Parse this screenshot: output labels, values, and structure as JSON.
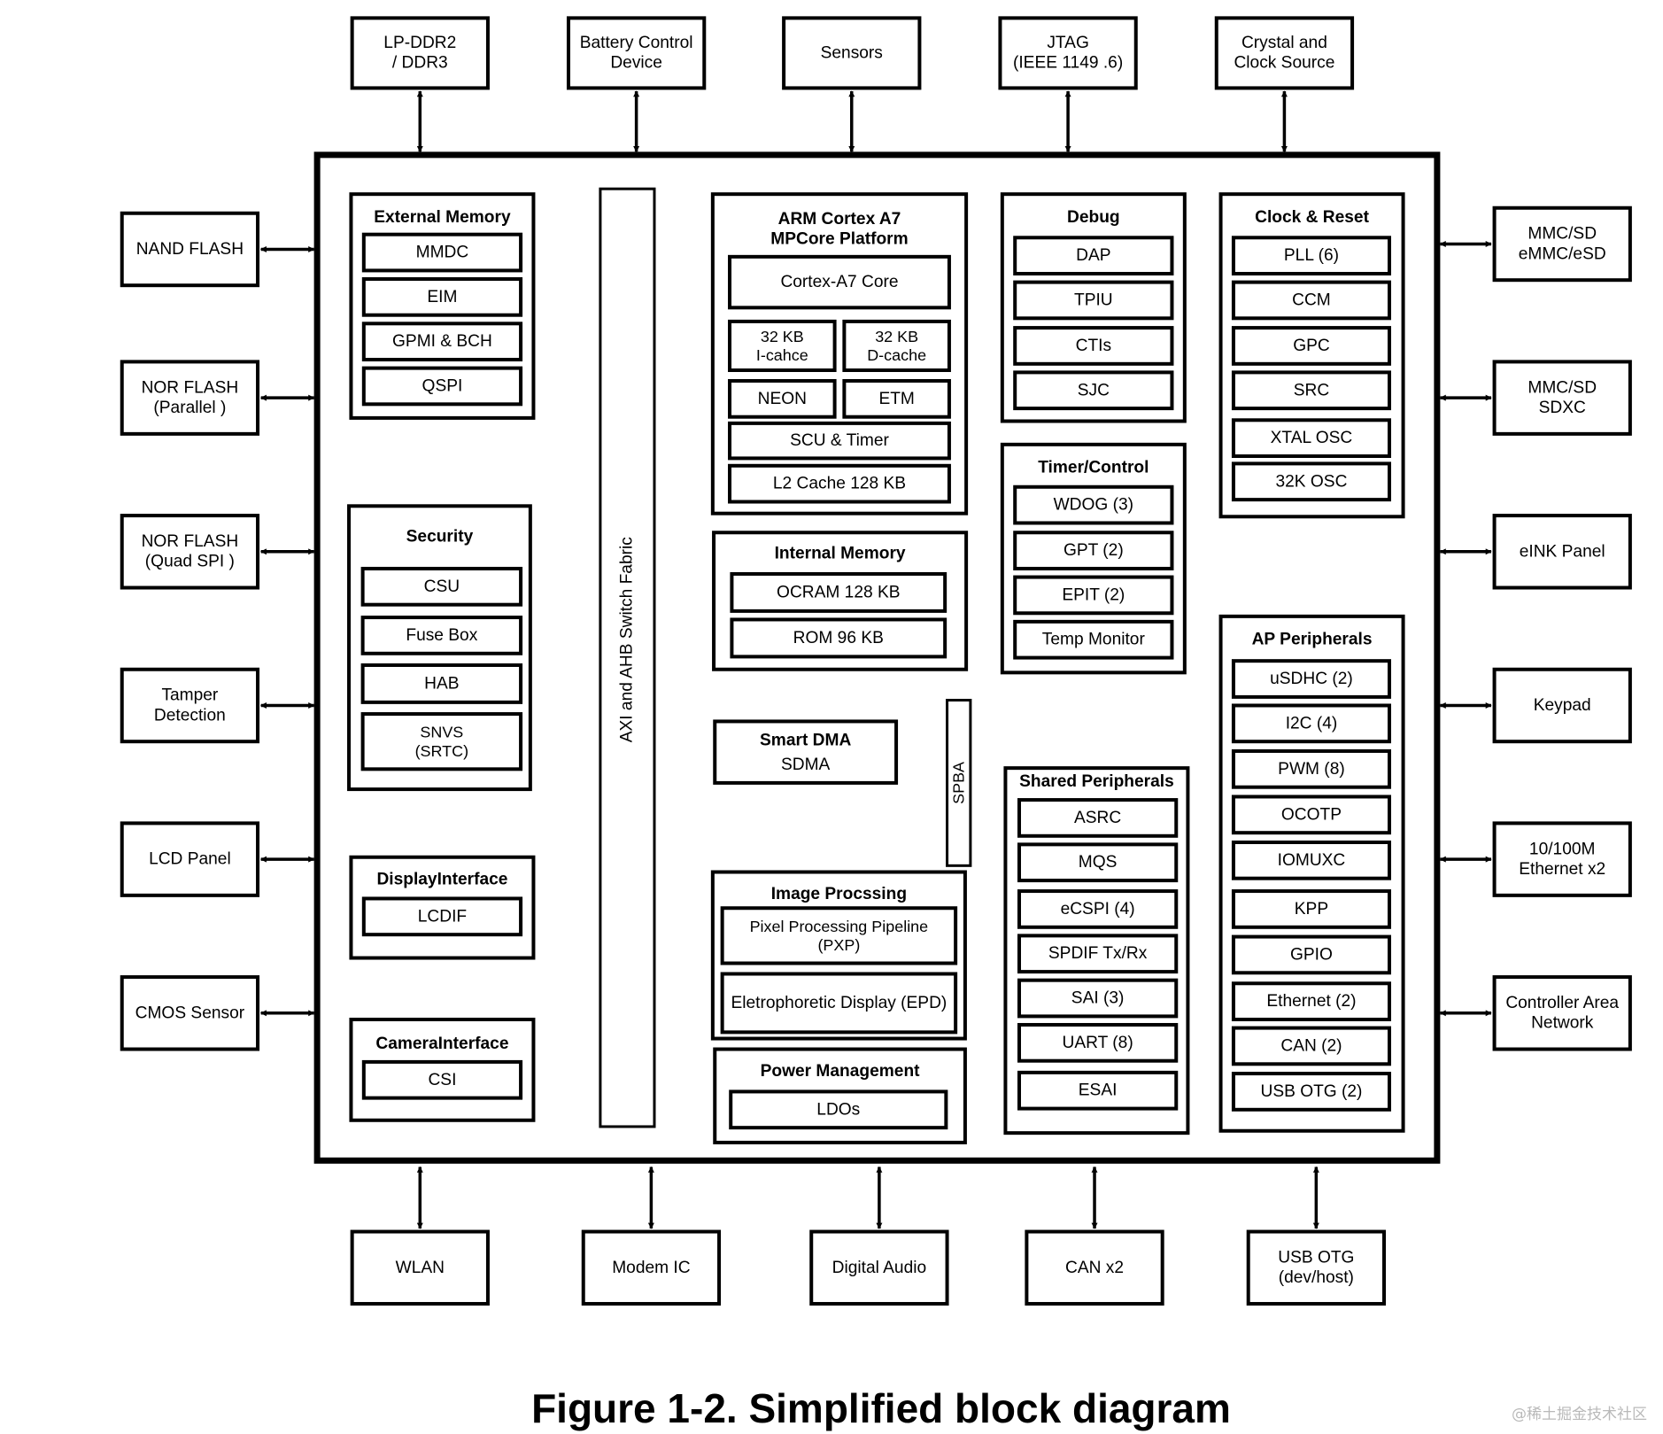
{
  "diagram": {
    "external_top": [
      {
        "lines": [
          "LP-DDR2",
          "/ DDR3"
        ]
      },
      {
        "lines": [
          "Battery Control",
          "Device"
        ]
      },
      {
        "lines": [
          "Sensors"
        ]
      },
      {
        "lines": [
          "JTAG",
          "(IEEE 1149 .6)"
        ]
      },
      {
        "lines": [
          "Crystal and",
          "Clock Source"
        ]
      }
    ],
    "external_left": [
      {
        "lines": [
          "NAND FLASH"
        ]
      },
      {
        "lines": [
          "NOR FLASH",
          "(Parallel )"
        ]
      },
      {
        "lines": [
          "NOR FLASH",
          "(Quad SPI )"
        ]
      },
      {
        "lines": [
          "Tamper",
          "Detection"
        ]
      },
      {
        "lines": [
          "LCD Panel"
        ]
      },
      {
        "lines": [
          "CMOS Sensor"
        ]
      }
    ],
    "external_right": [
      {
        "lines": [
          "MMC/SD",
          "eMMC/eSD"
        ]
      },
      {
        "lines": [
          "MMC/SD",
          "SDXC"
        ]
      },
      {
        "lines": [
          "eINK Panel"
        ]
      },
      {
        "lines": [
          "Keypad"
        ]
      },
      {
        "lines": [
          "10/100M",
          "Ethernet x2"
        ]
      },
      {
        "lines": [
          "Controller Area",
          "Network"
        ]
      }
    ],
    "external_bottom": [
      {
        "lines": [
          "WLAN"
        ]
      },
      {
        "lines": [
          "Modem IC"
        ]
      },
      {
        "lines": [
          "Digital Audio"
        ]
      },
      {
        "lines": [
          "CAN x2"
        ]
      },
      {
        "lines": [
          "USB OTG",
          "(dev/host)"
        ]
      }
    ],
    "groups": [
      {
        "title": [
          "External Memory"
        ],
        "items": [
          [
            "MMDC"
          ],
          [
            "EIM"
          ],
          [
            "GPMI & BCH"
          ],
          [
            "QSPI"
          ]
        ]
      },
      {
        "title": [
          "Security"
        ],
        "items": [
          [
            "CSU"
          ],
          [
            "Fuse Box"
          ],
          [
            "HAB"
          ],
          [
            "SNVS",
            "(SRTC)"
          ]
        ]
      },
      {
        "title": [
          "DisplayInterface"
        ],
        "items": [
          [
            "LCDIF"
          ]
        ]
      },
      {
        "title": [
          "CameraInterface"
        ],
        "items": [
          [
            "CSI"
          ]
        ]
      },
      {
        "title": [
          "ARM Cortex A7",
          "MPCore Platform"
        ],
        "items": [
          [
            "Cortex-A7 Core"
          ],
          [
            "32 KB",
            "I-cahce"
          ],
          [
            "32 KB",
            "D-cache"
          ],
          [
            "NEON"
          ],
          [
            "ETM"
          ],
          [
            "SCU & Timer"
          ],
          [
            "L2 Cache 128 KB"
          ]
        ]
      },
      {
        "title": [
          "Internal Memory"
        ],
        "items": [
          [
            "OCRAM 128 KB"
          ],
          [
            "ROM 96 KB"
          ]
        ]
      },
      {
        "title": [
          "Smart DMA"
        ],
        "items": [
          [
            "SDMA"
          ]
        ]
      },
      {
        "title": [
          "Image Procssing"
        ],
        "items": [
          [
            "Pixel Processing Pipeline",
            "(PXP)"
          ],
          [
            "Eletrophoretic Display (EPD)"
          ]
        ]
      },
      {
        "title": [
          "Power Management"
        ],
        "items": [
          [
            "LDOs"
          ]
        ]
      },
      {
        "title": [
          "Debug"
        ],
        "items": [
          [
            "DAP"
          ],
          [
            "TPIU"
          ],
          [
            "CTIs"
          ],
          [
            "SJC"
          ]
        ]
      },
      {
        "title": [
          "Timer/Control"
        ],
        "items": [
          [
            "WDOG (3)"
          ],
          [
            "GPT (2)"
          ],
          [
            "EPIT (2)"
          ],
          [
            "Temp Monitor"
          ]
        ]
      },
      {
        "title": [
          "Shared Peripherals"
        ],
        "items": [
          [
            "ASRC"
          ],
          [
            "MQS"
          ],
          [
            "eCSPI (4)"
          ],
          [
            "SPDIF Tx/Rx"
          ],
          [
            "SAI (3)"
          ],
          [
            "UART (8)"
          ],
          [
            "ESAI"
          ]
        ]
      },
      {
        "title": [
          "Clock & Reset"
        ],
        "items": [
          [
            "PLL (6)"
          ],
          [
            "CCM"
          ],
          [
            "GPC"
          ],
          [
            "SRC"
          ],
          [
            "XTAL OSC"
          ],
          [
            "32K OSC"
          ]
        ]
      },
      {
        "title": [
          "AP Peripherals"
        ],
        "items": [
          [
            "uSDHC (2)"
          ],
          [
            "I2C (4)"
          ],
          [
            "PWM (8)"
          ],
          [
            "OCOTP"
          ],
          [
            "IOMUXC"
          ],
          [
            "KPP"
          ],
          [
            "GPIO"
          ],
          [
            "Ethernet (2)"
          ],
          [
            "CAN (2)"
          ],
          [
            "USB OTG (2)"
          ]
        ]
      }
    ],
    "bus_label": "AXI and AHB Switch Fabric",
    "spba_label": "SPBA"
  },
  "caption": "Figure 1-2. Simplified block diagram",
  "watermark": "@稀土掘金技术社区"
}
